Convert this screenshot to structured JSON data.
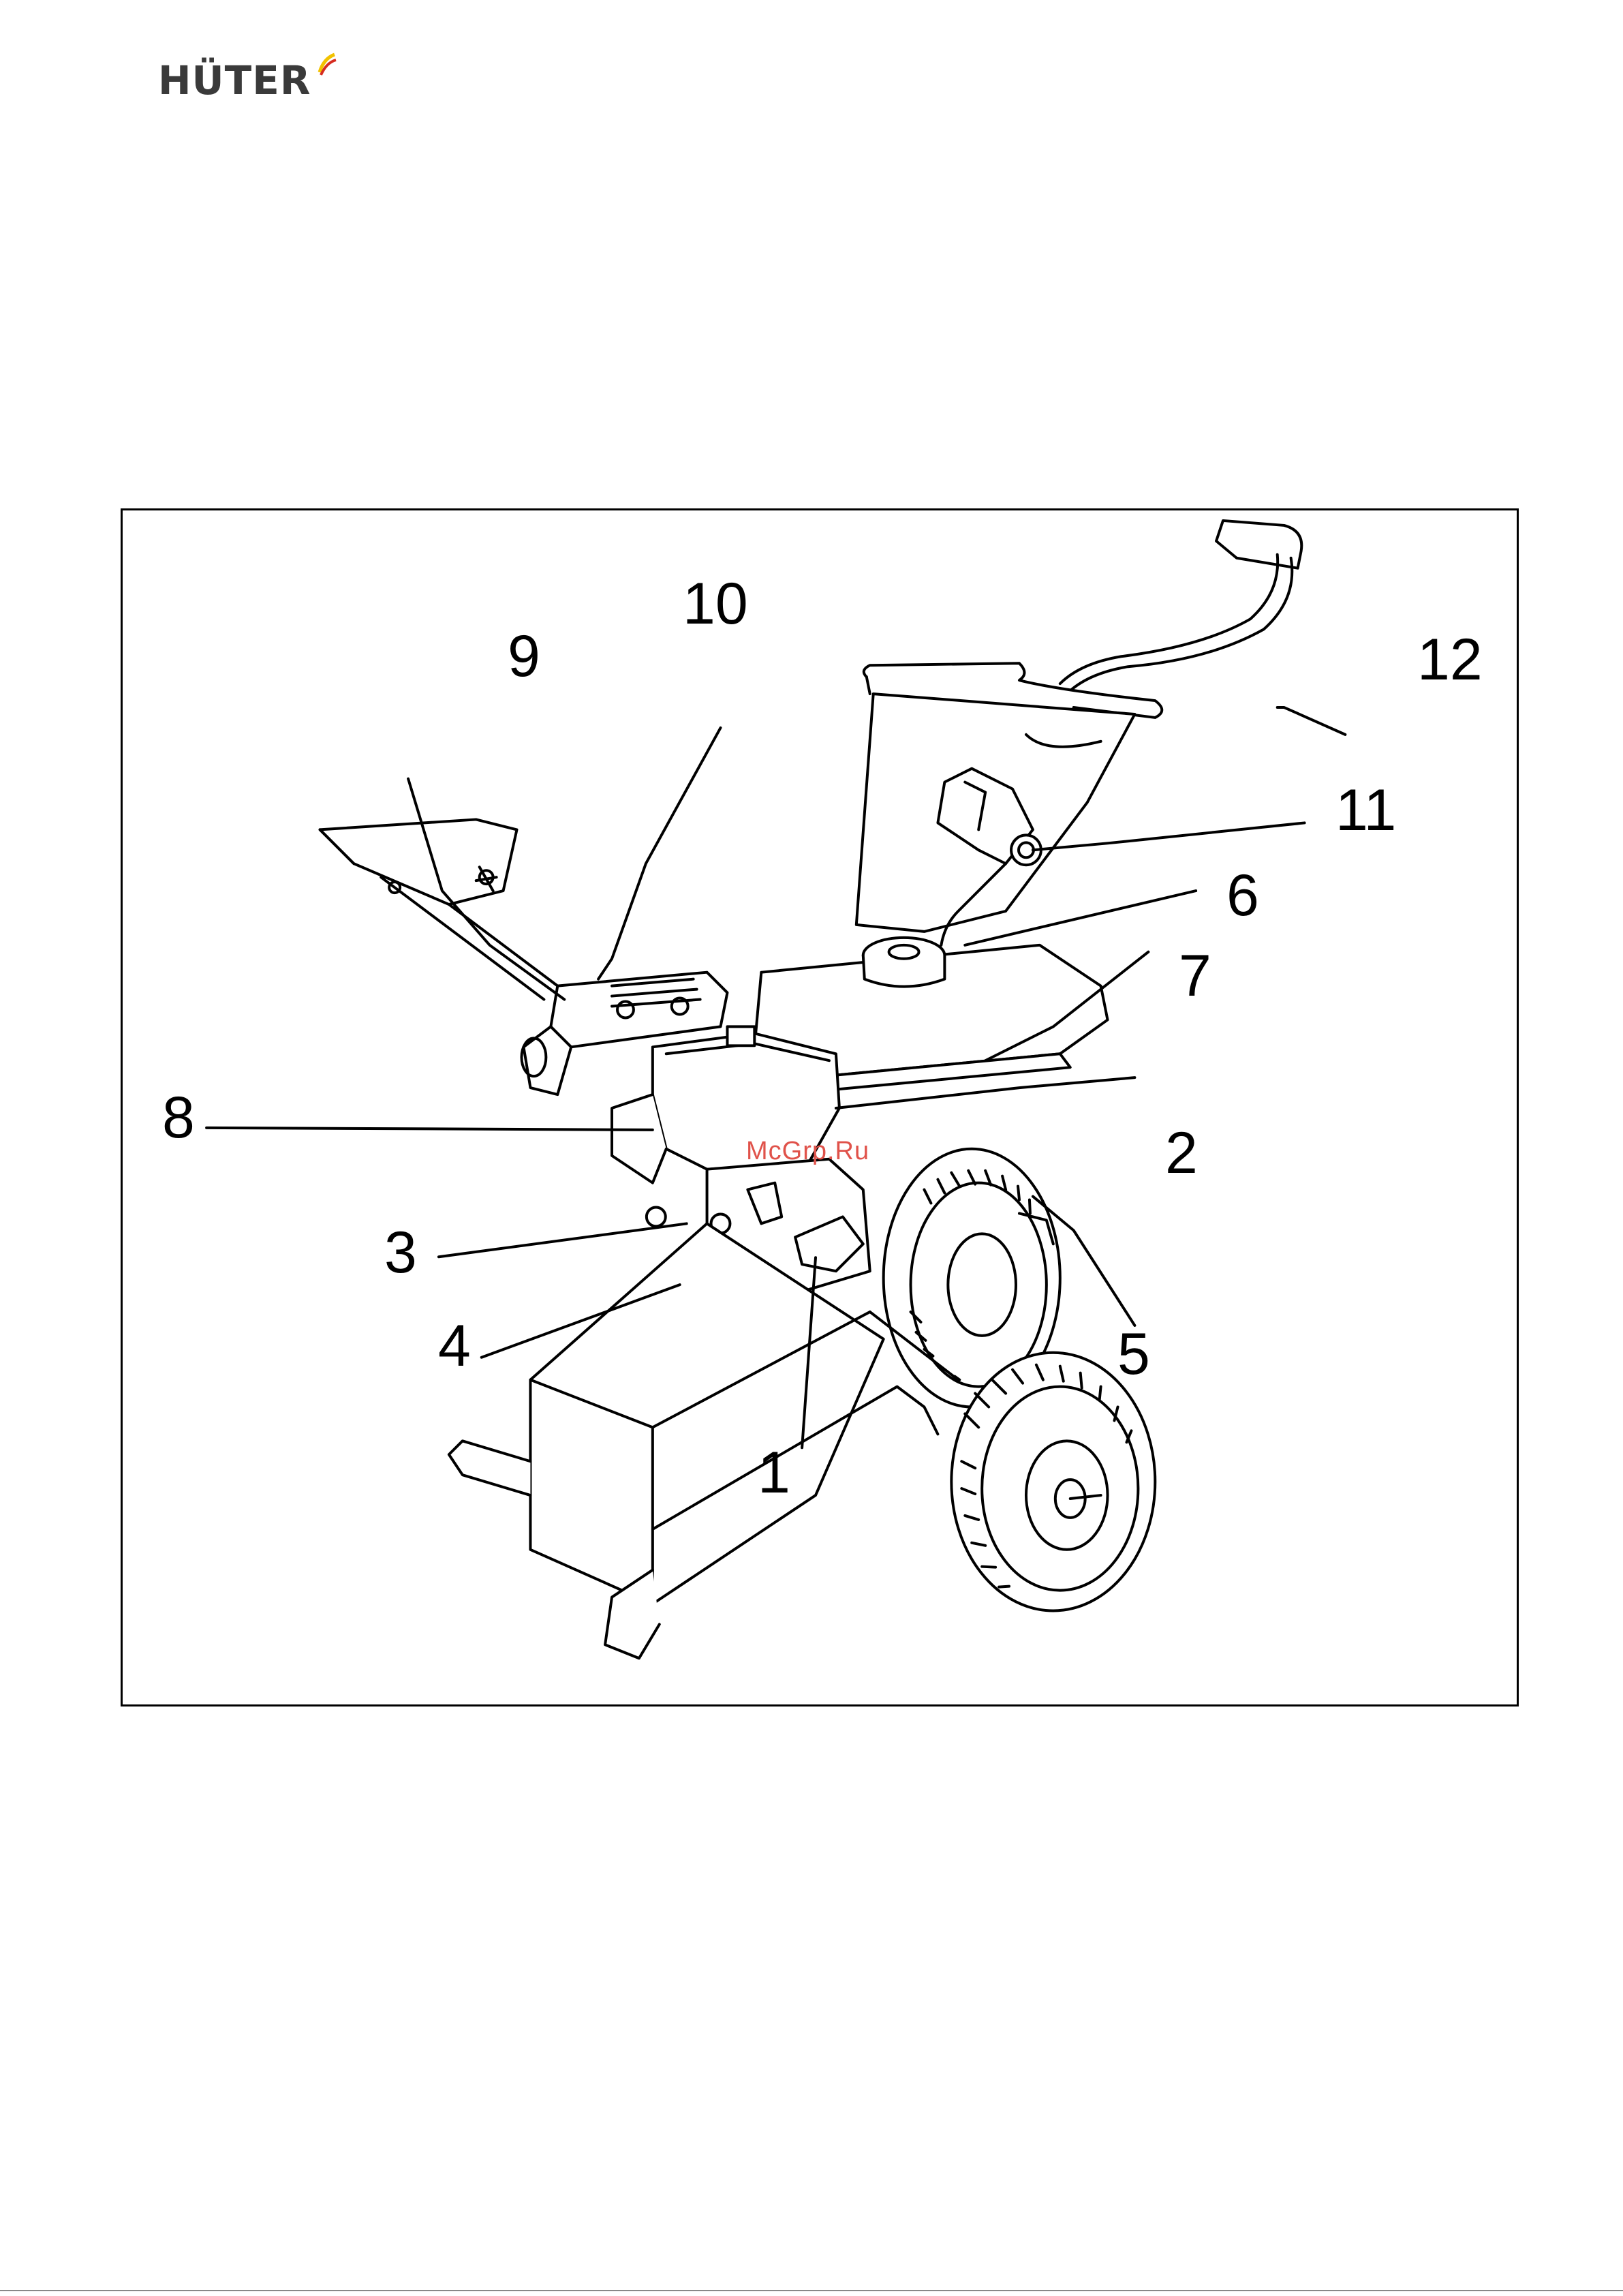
{
  "header": {
    "logo_text": "HÜTER",
    "logo_accent_colors": [
      "#f2c200",
      "#d62b1f",
      "#1a1a1a"
    ]
  },
  "figure": {
    "callouts": [
      "1",
      "2",
      "3",
      "4",
      "5",
      "6",
      "7",
      "8",
      "9",
      "10",
      "11",
      "12"
    ],
    "watermark": "McGrp.Ru",
    "watermark_color": "#e0524a"
  }
}
